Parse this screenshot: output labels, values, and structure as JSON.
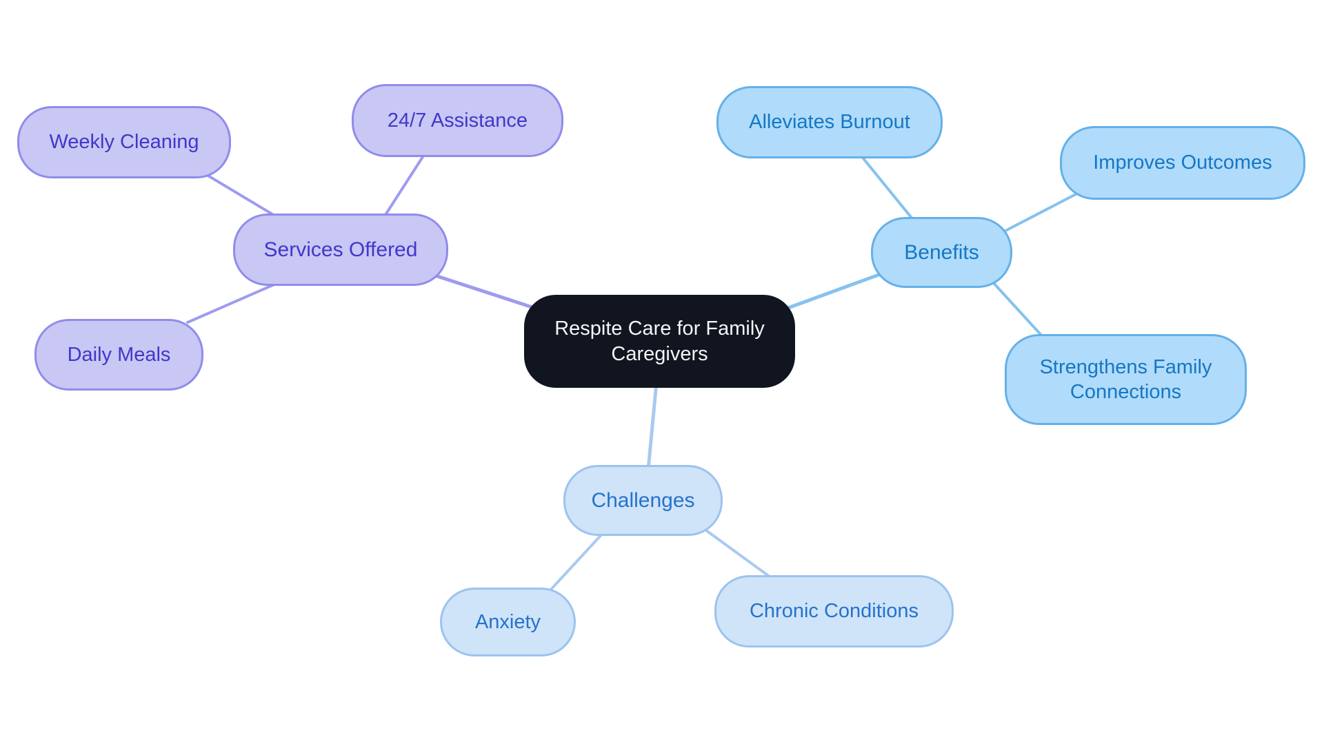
{
  "diagram": {
    "type": "mindmap",
    "background": "#ffffff",
    "palette": {
      "center": {
        "fill": "#10151f",
        "text": "#f4f5f7"
      },
      "purple": {
        "fill": "#c9c7f4",
        "border": "#8f8cea",
        "text": "#4237c9",
        "line": "#9e9bef"
      },
      "blue": {
        "fill": "#b0dbfa",
        "border": "#64b0e8",
        "text": "#1577c5",
        "line": "#85c2ef"
      },
      "paleblue": {
        "fill": "#cfe3f9",
        "border": "#9cc3ee",
        "text": "#2473cb",
        "line": "#a9caf0"
      }
    },
    "nodes": [
      {
        "id": "center",
        "label": "Respite Care for Family Caregivers",
        "group": "center",
        "parent": null
      },
      {
        "id": "services-offered",
        "label": "Services Offered",
        "group": "purple",
        "parent": "center"
      },
      {
        "id": "weekly-cleaning",
        "label": "Weekly Cleaning",
        "group": "purple",
        "parent": "services-offered"
      },
      {
        "id": "assistance-24-7",
        "label": "24/7 Assistance",
        "group": "purple",
        "parent": "services-offered"
      },
      {
        "id": "daily-meals",
        "label": "Daily Meals",
        "group": "purple",
        "parent": "services-offered"
      },
      {
        "id": "benefits",
        "label": "Benefits",
        "group": "blue",
        "parent": "center"
      },
      {
        "id": "alleviates-burnout",
        "label": "Alleviates Burnout",
        "group": "blue",
        "parent": "benefits"
      },
      {
        "id": "improves-outcomes",
        "label": "Improves Outcomes",
        "group": "blue",
        "parent": "benefits"
      },
      {
        "id": "strengthens-family-connections",
        "label": "Strengthens Family Connections",
        "group": "blue",
        "parent": "benefits"
      },
      {
        "id": "challenges",
        "label": "Challenges",
        "group": "paleblue",
        "parent": "center"
      },
      {
        "id": "anxiety",
        "label": "Anxiety",
        "group": "paleblue",
        "parent": "challenges"
      },
      {
        "id": "chronic-conditions",
        "label": "Chronic Conditions",
        "group": "paleblue",
        "parent": "challenges"
      }
    ]
  }
}
